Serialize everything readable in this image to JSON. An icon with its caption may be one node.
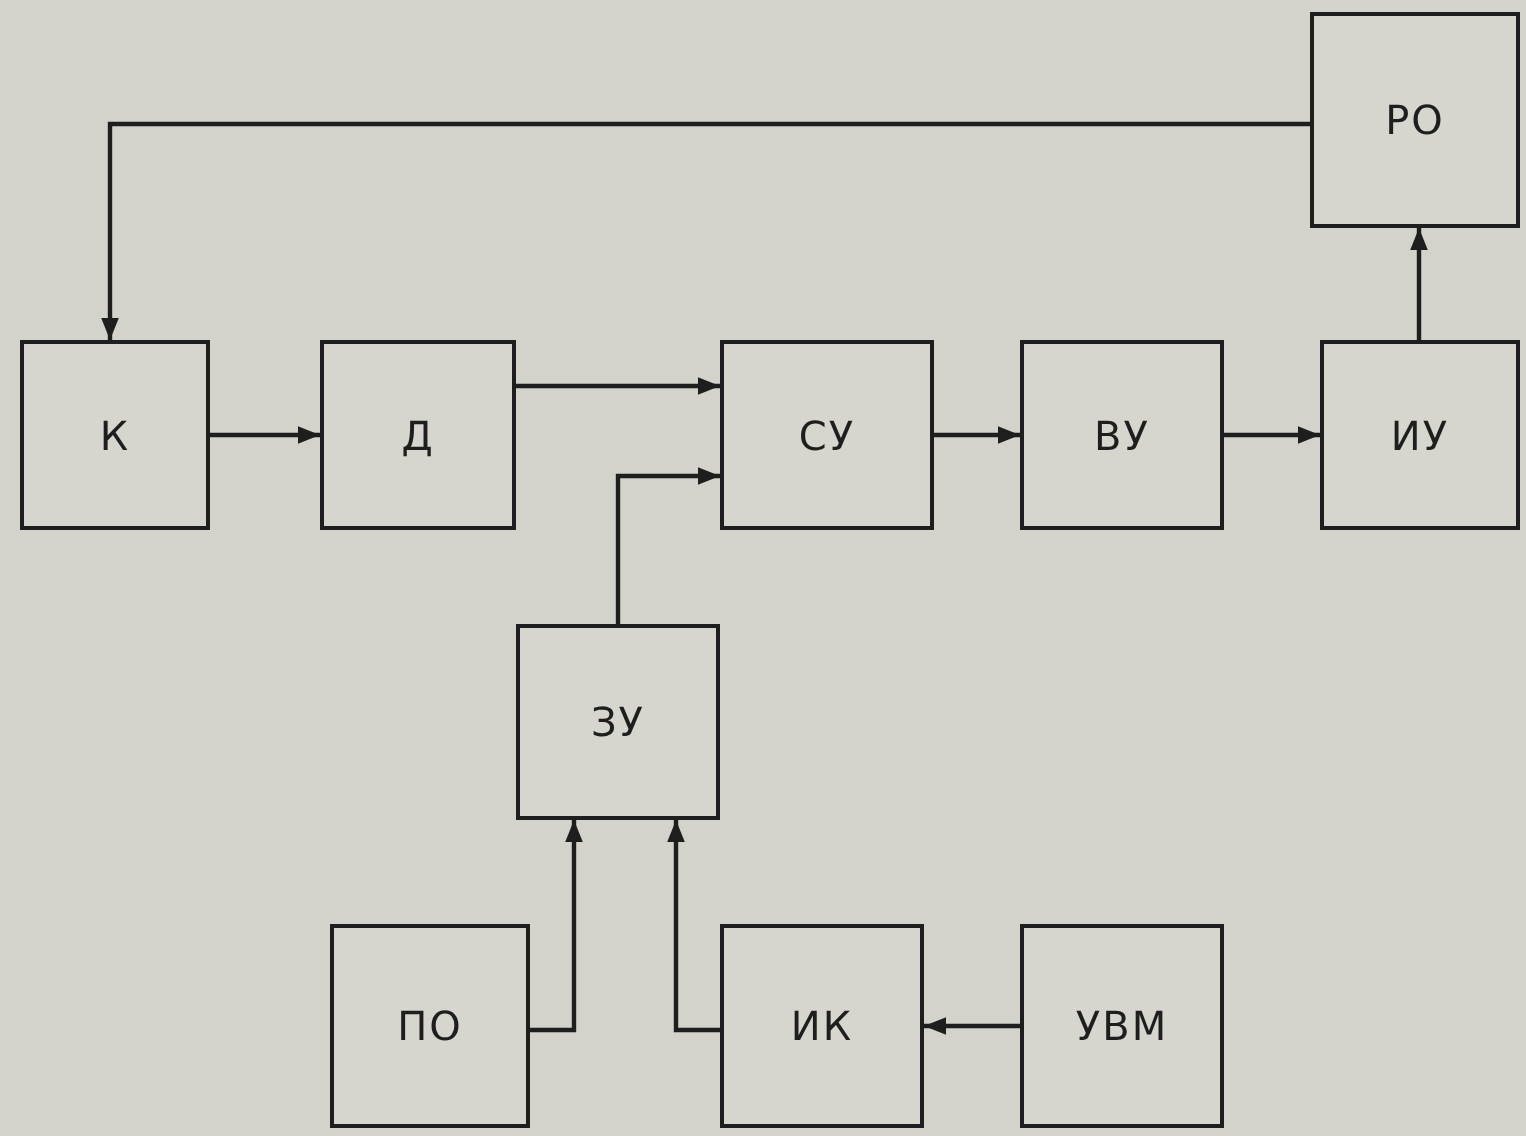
{
  "diagram": {
    "nodes": [
      {
        "text": [
          "РО"
        ]
      },
      {
        "text": [
          "К"
        ]
      },
      {
        "text": [
          "Д"
        ]
      },
      {
        "text": [
          "СУ"
        ]
      },
      {
        "text": [
          "ВУ"
        ]
      },
      {
        "text": [
          "ИУ"
        ]
      },
      {
        "text": [
          "ЗУ"
        ]
      },
      {
        "text": [
          "ПО"
        ]
      },
      {
        "text": [
          "ИК"
        ]
      },
      {
        "text": [
          "УВМ"
        ]
      }
    ],
    "edges": [
      {
        "from": 0,
        "to": 1,
        "arrow": "to"
      },
      {
        "from": 1,
        "to": 2,
        "arrow": "to"
      },
      {
        "from": 2,
        "to": 3,
        "arrow": "to"
      },
      {
        "from": 6,
        "to": 3,
        "arrow": "to"
      },
      {
        "from": 3,
        "to": 4,
        "arrow": "to"
      },
      {
        "from": 4,
        "to": 5,
        "arrow": "to"
      },
      {
        "from": 5,
        "to": 0,
        "arrow": "to"
      },
      {
        "from": 7,
        "to": 6,
        "arrow": "to"
      },
      {
        "from": 8,
        "to": 6,
        "arrow": "to"
      },
      {
        "from": 9,
        "to": 8,
        "arrow": "to"
      }
    ]
  }
}
